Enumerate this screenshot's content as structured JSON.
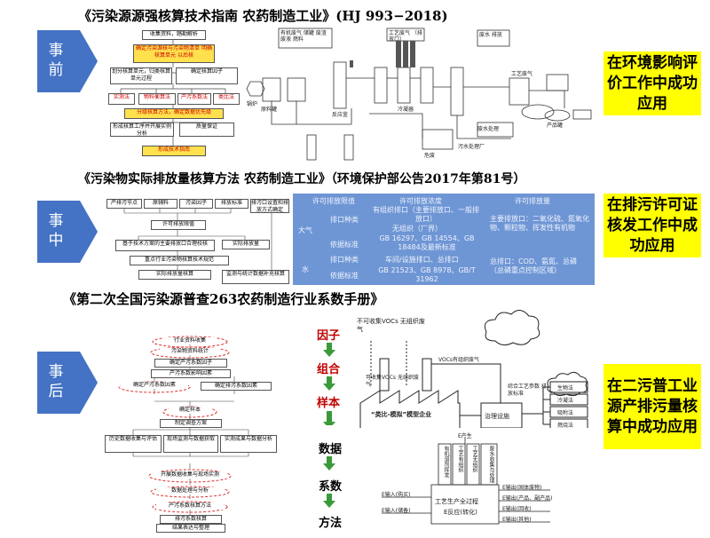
{
  "titles": {
    "t1": "《污染源源强核算技术指南 农药制造工业》(HJ 993−2018)",
    "t2": "《污染物实际排放量核算方法 农药制造工业》（环境保护部公告2017年第81号）",
    "t3": "《第二次全国污染源普查263农药制造行业系数手册》"
  },
  "stages": {
    "before": "事前",
    "during": "事中",
    "after": "事后"
  },
  "applications": {
    "a1": "在环境影响评价工作中成功应用",
    "a2": "在排污许可证核发工作中成功应用",
    "a3": "在二污普工业源产排污量核算中成功应用"
  },
  "flow1": {
    "b1": "收集资料，踏勘解析",
    "b2": "确定污染源核与污染物清单 明确核算单元 以后核",
    "b3": "划分核算单元，归类核算单元过程",
    "b4": "确定核算因子",
    "b5": "实测法",
    "b6": "物料衡算法",
    "b7": "产污系数法",
    "b8": "类比法",
    "b9": "分级核算方法，确定数据优先级",
    "b10": "形成核算工序并开展实例分析",
    "b11": "质量保证",
    "b12": "形成技术指南"
  },
  "process1": {
    "l1": "原料罐",
    "l2": "反应釜",
    "l3": "冷凝器",
    "l4": "废水处理",
    "l5": "工艺废气",
    "l6": "产品罐",
    "l7": "危废",
    "l8": "锅炉",
    "l9": "污水处理厂",
    "l10": "有机废气 储罐 废渣 废液 燃料",
    "l11": "工艺废气 （排放口）",
    "l12": "废水 排放"
  },
  "flow2": {
    "b1": "产排污节点",
    "b2": "原辅料",
    "b3": "污染因子",
    "b4": "排放标准",
    "b5": "排污口设置和排放方式确定",
    "b6": "许可排放限值",
    "b7": "实际排放量",
    "b8": "基于技术方案的主要排放口合理校核",
    "b9": "重点行业污染物核算技术规范",
    "b10": "实际排放量核算",
    "b11": "监测与统计数据补充核算"
  },
  "table": {
    "h1": "许可排放限值",
    "h2": "许可排放浓度",
    "h3": "许可排放量",
    "air": "大气",
    "water": "水",
    "r1": "排口种类",
    "r1v": "有组织排口（主要排放口、一般排放口）",
    "r1v2": "无组织（厂界）",
    "r1q": "主要排放口：二氧化硫、氮氧化物、颗粒物、挥发性有机物",
    "r2": "依据标准",
    "r2v": "GB 16297、GB 14554、GB 18484及最新标准",
    "r3": "排口种类",
    "r3v": "车间/设施排口、总排口",
    "r3q": "总排口：COD、氨氮、总磷（总磷重点控制区域）",
    "r4": "依据标准",
    "r4v": "GB 21523、GB 8978、GB/T 31962"
  },
  "flow3": {
    "b1": "行业资料收集",
    "b2": "污染物资料统计",
    "b3": "确定产污系数因子",
    "b4": "产污系数影响因素",
    "b5": "确定产污系数因素",
    "b6": "确定排污系数因素",
    "b7": "确定样本",
    "b8": "制定调查方案",
    "b9": "历史数据收集与评估",
    "b10": "现场监测与数据获取",
    "b11": "实测成果与数据分析",
    "b12": "开展数据收集与现场实测",
    "b13": "数据处理与分析",
    "b14": "产污系数核算方法",
    "b15": "排污系数核算",
    "b16": "结果表达与整理"
  },
  "keywords": [
    "因子",
    "组合",
    "样本",
    "数据",
    "系数",
    "方法"
  ],
  "emission": {
    "c1": "不可收集VOCs 无组织废气",
    "c2": "可收集VOCs 无组织废气",
    "c3": "VOCs有组织废气",
    "c4": "“类比-模拟”模型企业",
    "c5": "治理设施",
    "c6": "综合工艺参数 排放标准",
    "c7": "生物法",
    "c8": "冷凝法",
    "c9": "吸附法",
    "c10": "燃烧法",
    "c11": "……"
  },
  "balance": {
    "top": "E产生",
    "v1": "有机溶剂挥发",
    "v2": "工艺有组织",
    "v3": "工艺无组织",
    "v4": "废水收集与处理",
    "center1": "工艺生产全过程",
    "center2": "E反应(转化)",
    "in1": "E输入(购买)",
    "in2": "E输入(储备)",
    "out1": "E输出(固体废物)",
    "out2": "E输出(产品、副产品)",
    "out3": "E输出(回收)",
    "out4": "E输出(其他)"
  },
  "colors": {
    "arrow": "#4472c4",
    "highlight": "#ffff00",
    "table": "#6f96d4",
    "keyword": "#c00000",
    "down_arrow": "#3a9a3a"
  }
}
